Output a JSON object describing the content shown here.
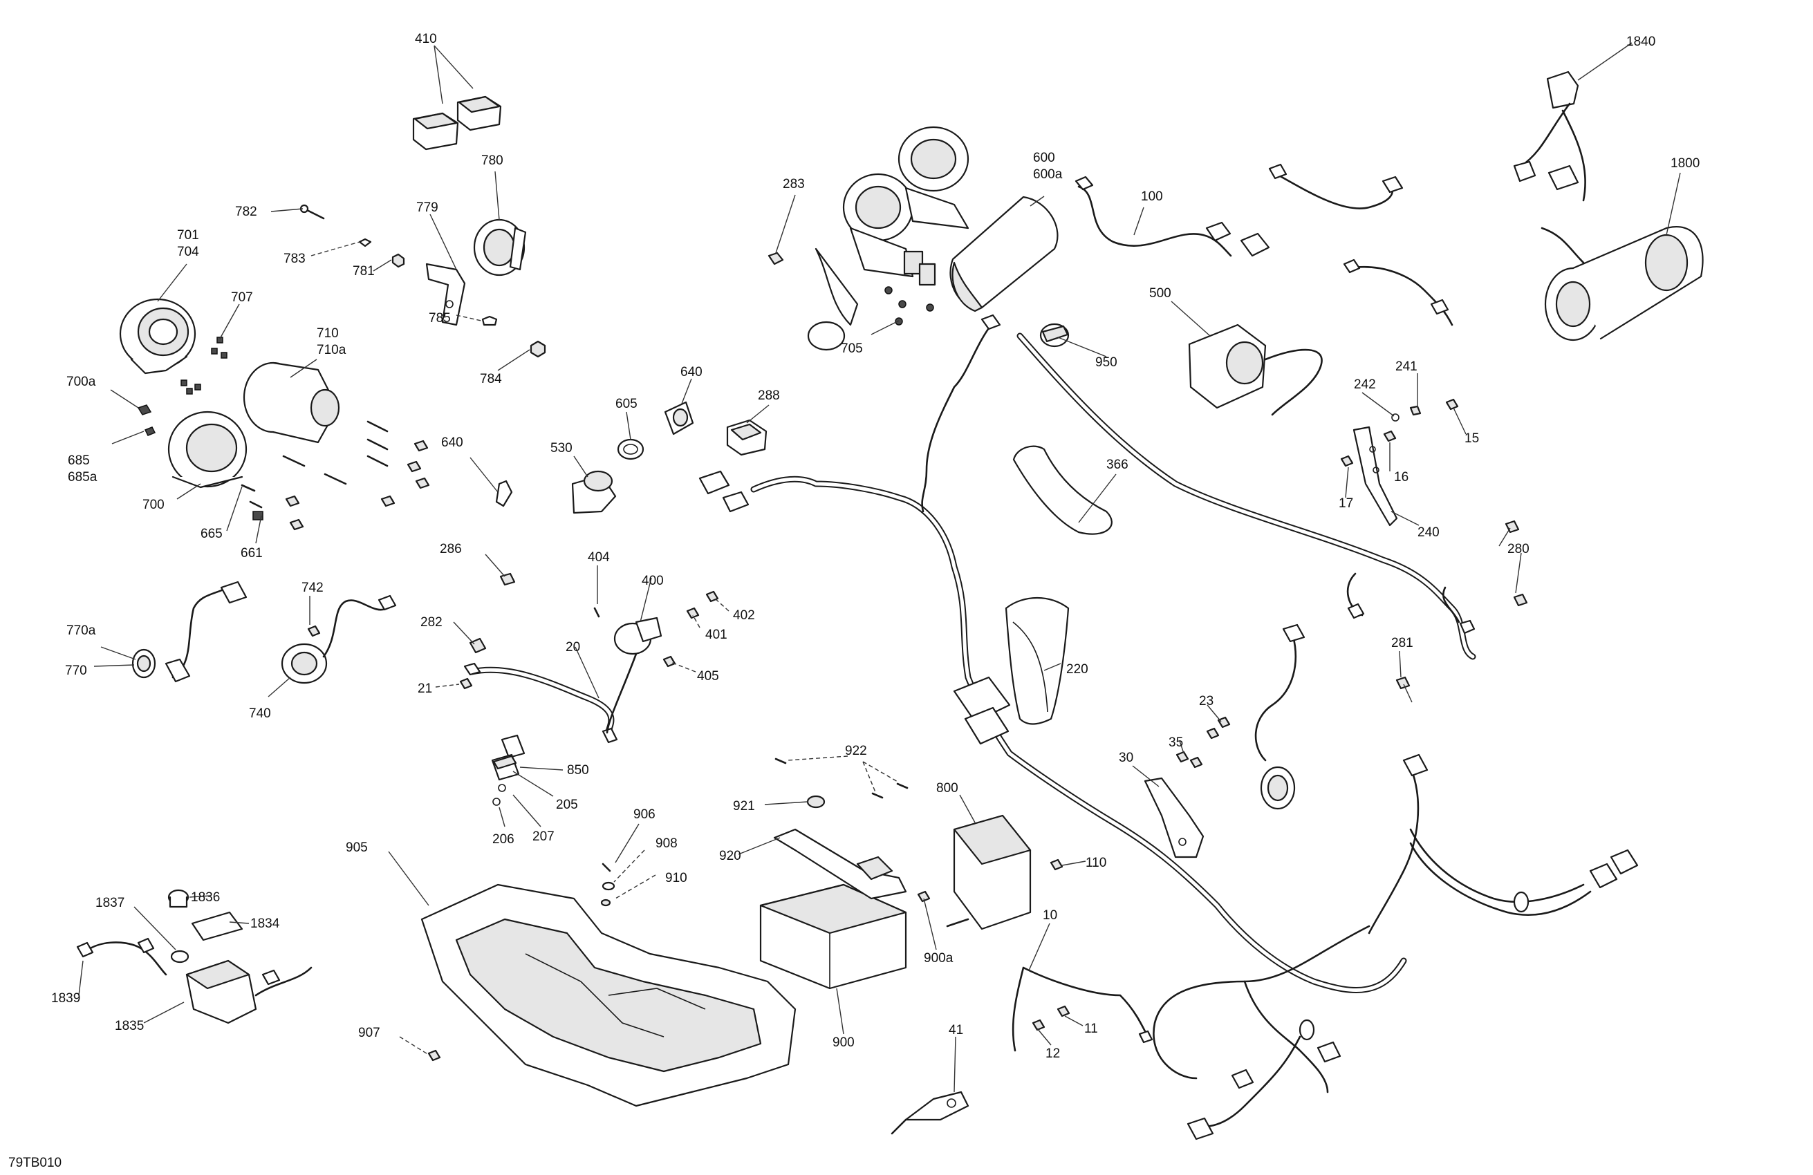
{
  "figure_code": "79TB010",
  "labels": {
    "l410": "410",
    "l780": "780",
    "l779": "779",
    "l782": "782",
    "l783": "783",
    "l781": "781",
    "l785": "785",
    "l784": "784",
    "l701_704": [
      "701",
      "704"
    ],
    "l707": "707",
    "l710_710a": [
      "710",
      "710a"
    ],
    "l700a": "700a",
    "l685_685a": [
      "685",
      "685a"
    ],
    "l700": "700",
    "l665": "665",
    "l661": "661",
    "l640a": "640",
    "l640b": "640",
    "l605": "605",
    "l530": "530",
    "l288": "288",
    "l283": "283",
    "l600_600a": [
      "600",
      "600a"
    ],
    "l100": "100",
    "l705": "705",
    "l950": "950",
    "l500": "500",
    "l1840": "1840",
    "l1800": "1800",
    "l366": "366",
    "l241": "241",
    "l242": "242",
    "l15": "15",
    "l16": "16",
    "l17": "17",
    "l240": "240",
    "l280": "280",
    "l286": "286",
    "l404": "404",
    "l400": "400",
    "l402": "402",
    "l401": "401",
    "l405": "405",
    "l282": "282",
    "l742": "742",
    "l20": "20",
    "l21": "21",
    "l770a": "770a",
    "l770": "770",
    "l740": "740",
    "l220": "220",
    "l281": "281",
    "l23": "23",
    "l35": "35",
    "l30": "30",
    "l850": "850",
    "l205": "205",
    "l206": "206",
    "l207": "207",
    "l922": "922",
    "l921": "921",
    "l906": "906",
    "l908": "908",
    "l910": "910",
    "l920": "920",
    "l800": "800",
    "l110": "110",
    "l905": "905",
    "l1836": "1836",
    "l1837": "1837",
    "l1834": "1834",
    "l1839": "1839",
    "l1835": "1835",
    "l900a": "900a",
    "l10": "10",
    "l11": "11",
    "l12": "12",
    "l900": "900",
    "l41": "41",
    "l907": "907"
  }
}
